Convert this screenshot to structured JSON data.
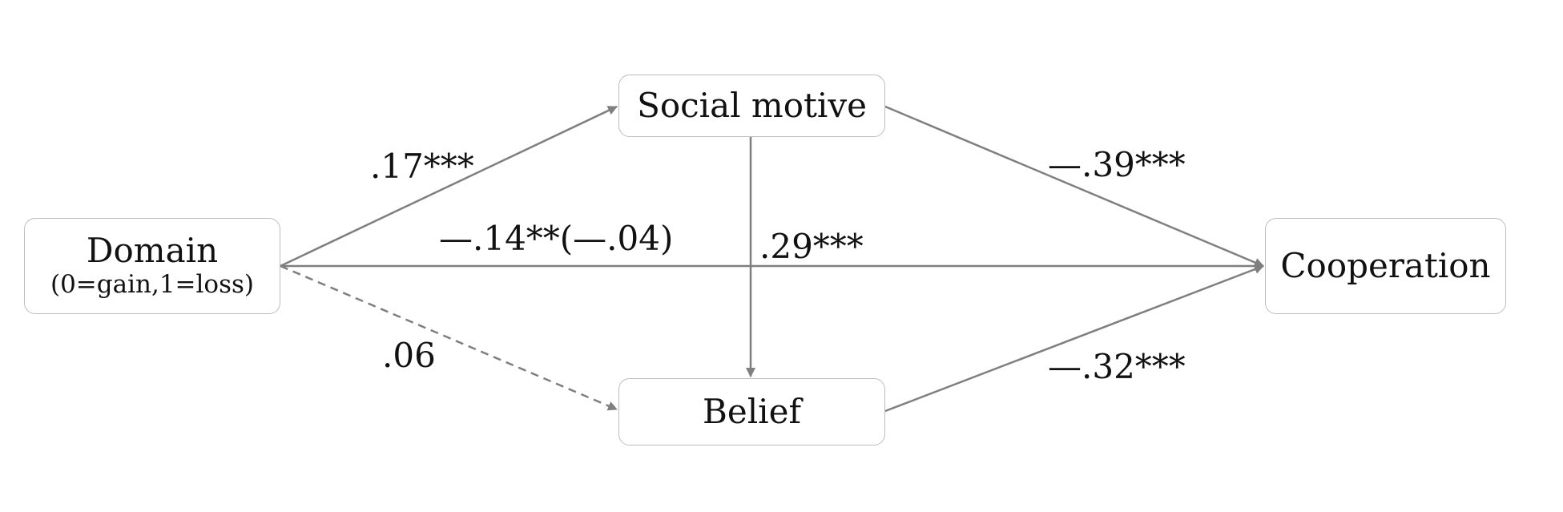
{
  "nodes": {
    "domain": {
      "label": "Domain",
      "sublabel": "(0=gain,1=loss)"
    },
    "social_motive": {
      "label": "Social motive"
    },
    "belief": {
      "label": "Belief"
    },
    "cooperation": {
      "label": "Cooperation"
    }
  },
  "edges": {
    "domain_to_social_motive": {
      "label": ".17***",
      "style": "solid"
    },
    "domain_to_cooperation": {
      "label": "—.14**(—.04)",
      "style": "solid"
    },
    "social_motive_to_belief": {
      "label": ".29***",
      "style": "solid"
    },
    "social_motive_to_cooperation": {
      "label": "—.39***",
      "style": "solid"
    },
    "domain_to_belief": {
      "label": ".06",
      "style": "dashed"
    },
    "belief_to_cooperation": {
      "label": "—.32***",
      "style": "solid"
    }
  },
  "colors": {
    "arrow": "#7f7f7f",
    "box_border": "#bdbdbd",
    "text": "#111111"
  }
}
